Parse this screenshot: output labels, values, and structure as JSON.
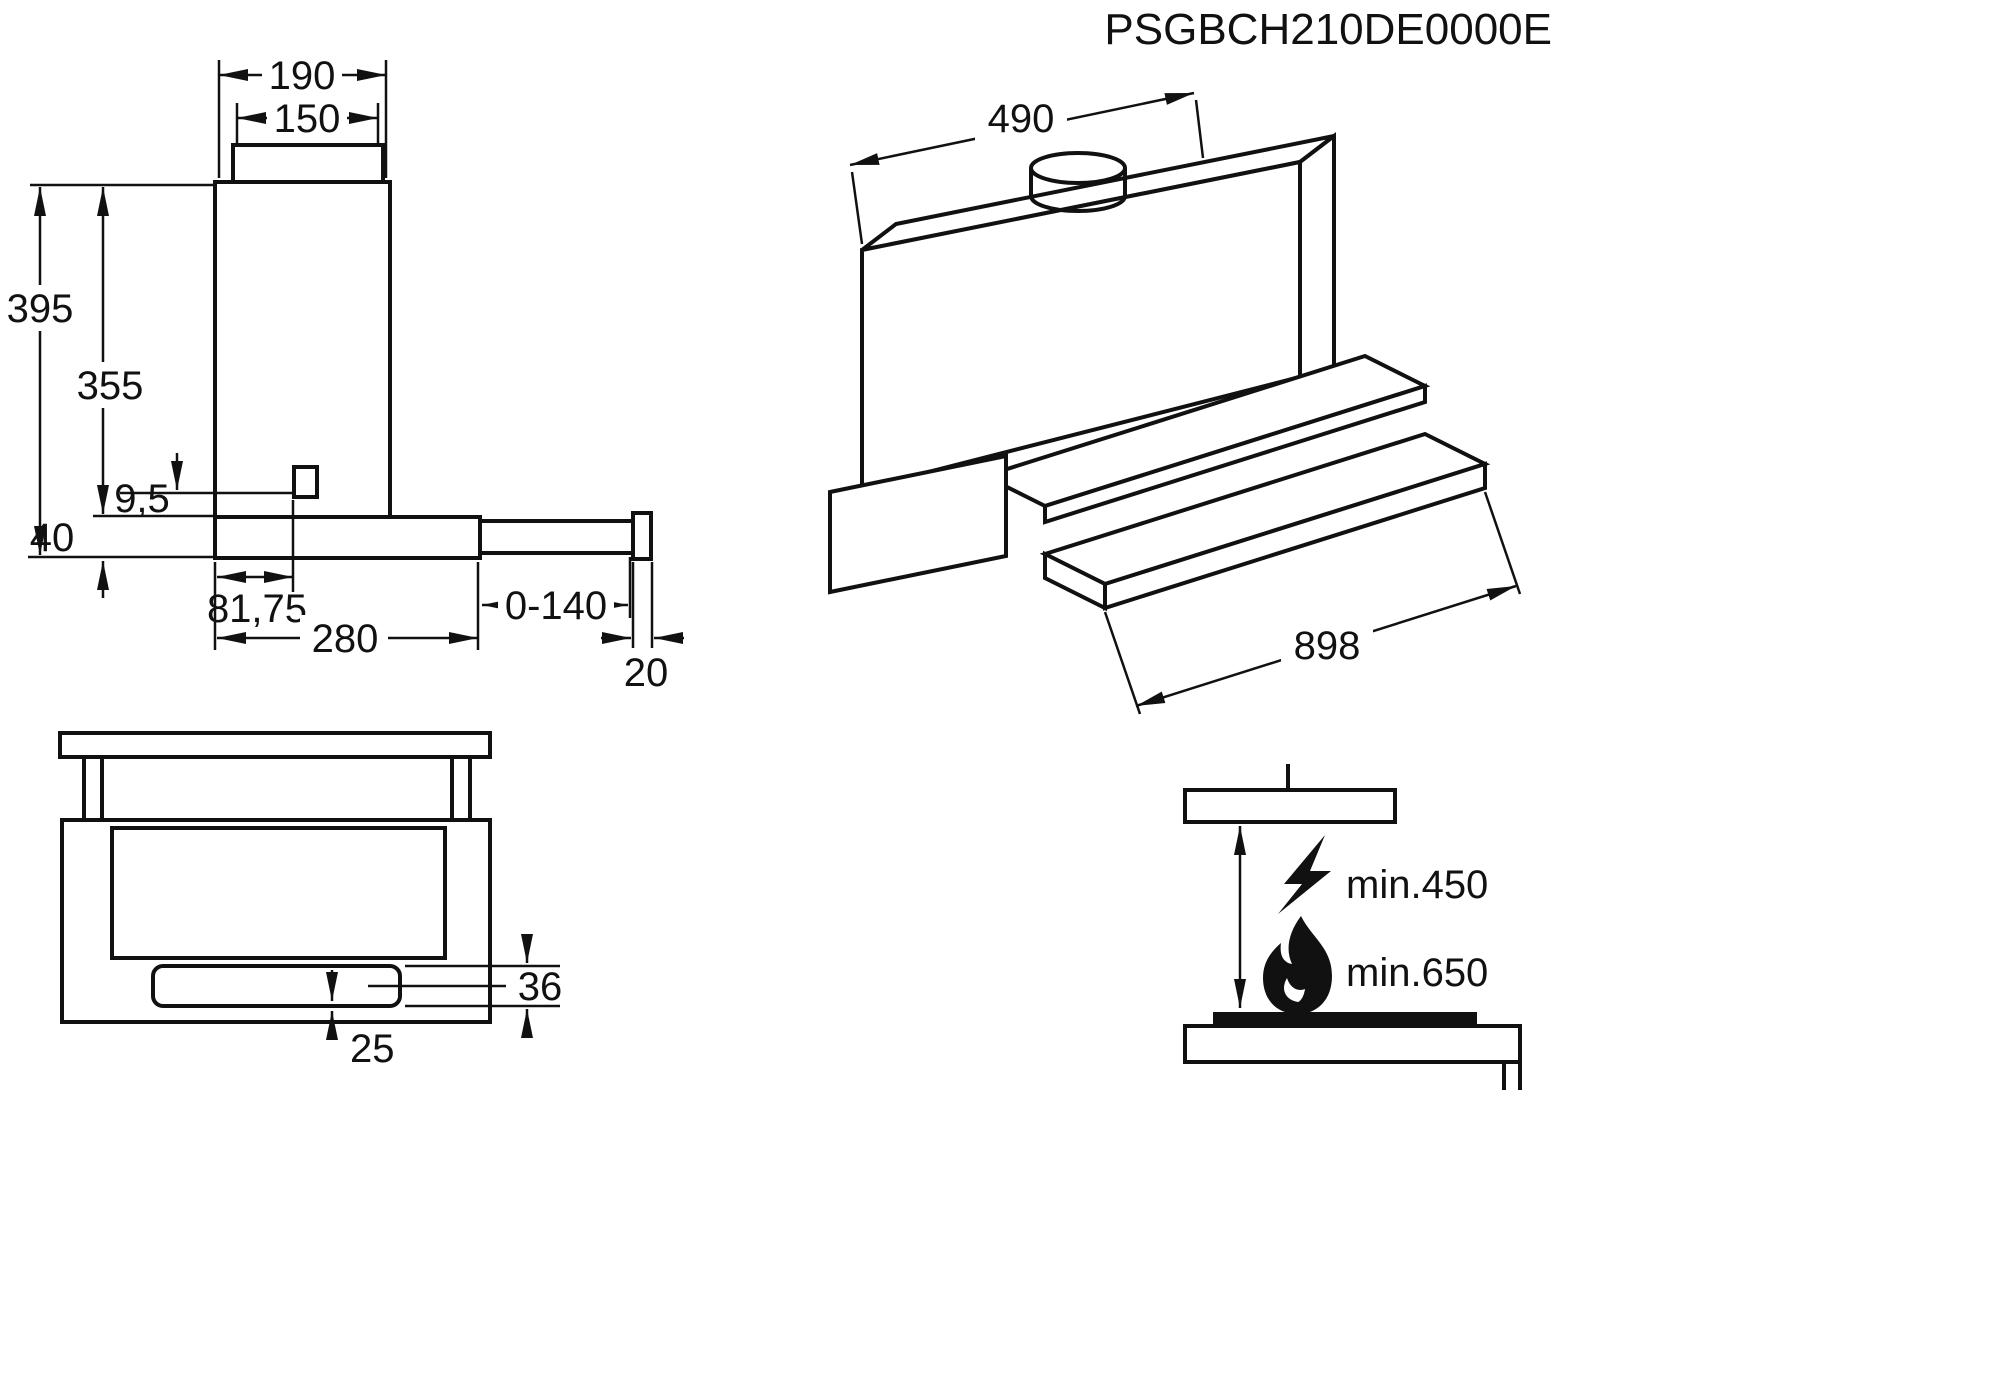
{
  "product_code": "PSGBCH210DE0000E",
  "side_view": {
    "duct_outer_width": "190",
    "duct_width": "150",
    "total_height": "395",
    "chimney_height": "355",
    "switch_offset": "9,5",
    "body_height": "40",
    "switch_position": "81,75",
    "body_depth": "280",
    "telescopic_range": "0-140",
    "front_panel_thickness": "20"
  },
  "isometric_view": {
    "depth": "490",
    "width": "898"
  },
  "front_view": {
    "strip_height": "36",
    "strip_inset": "25"
  },
  "clearance_view": {
    "electric_min_clearance": "min.450",
    "gas_min_clearance": "min.650"
  }
}
